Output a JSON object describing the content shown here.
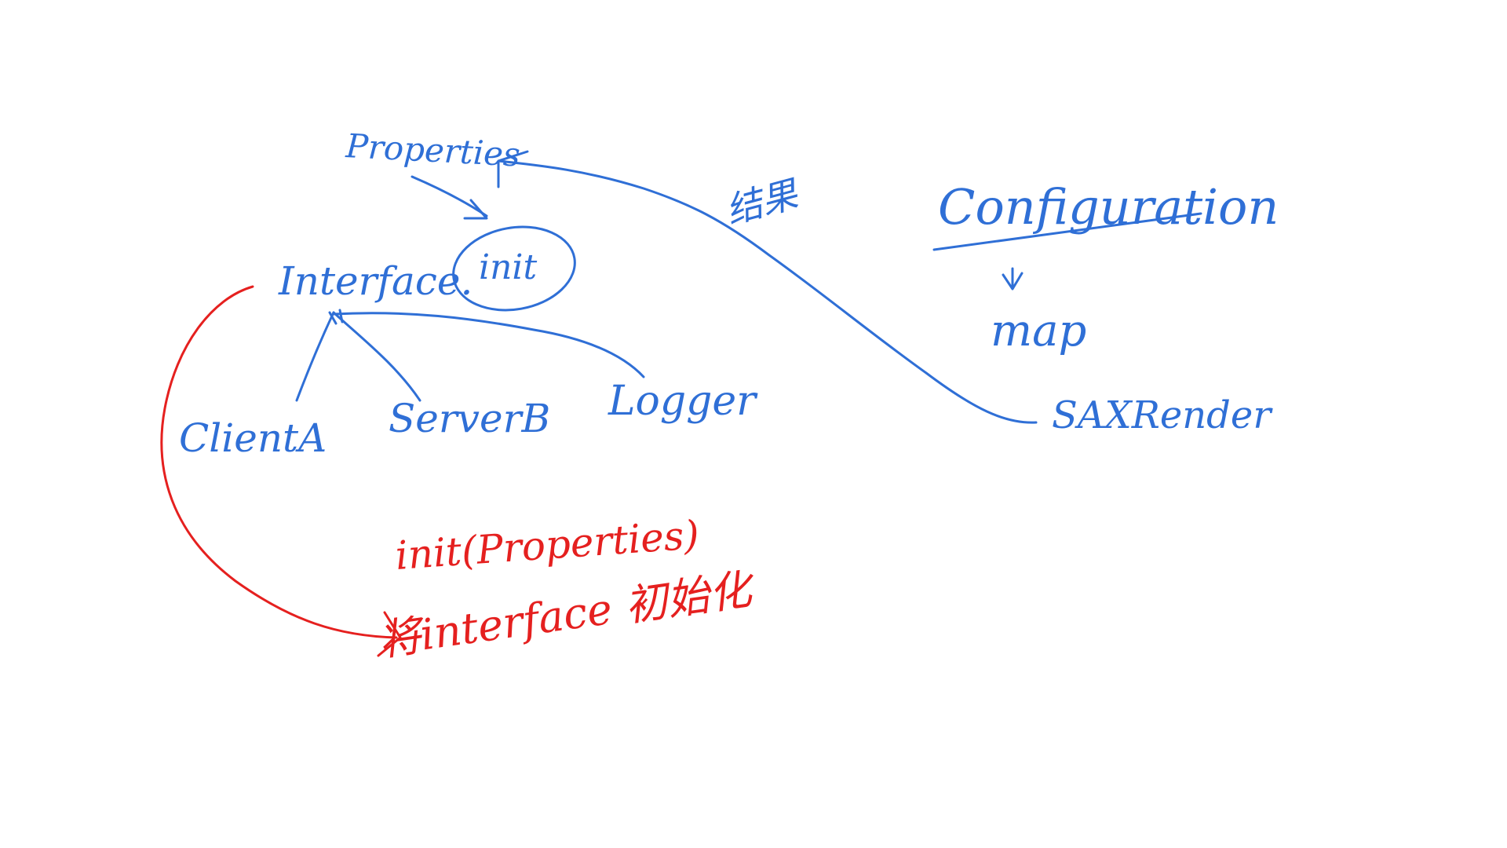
{
  "colors": {
    "ink_blue": "#2f6fd6",
    "ink_red": "#e5201f",
    "background": "#ffffff"
  },
  "nodes": {
    "properties": "Properties",
    "interface": "Interface.",
    "init_circled": "init",
    "client": "ClientA",
    "server": "ServerB",
    "logger": "Logger",
    "configuration": "Configuration",
    "map": "map",
    "sax_render": "SAXRender"
  },
  "annotations": {
    "render_label": "结果",
    "init_call": "init(Properties)",
    "init_note": "将interface 初始化"
  }
}
